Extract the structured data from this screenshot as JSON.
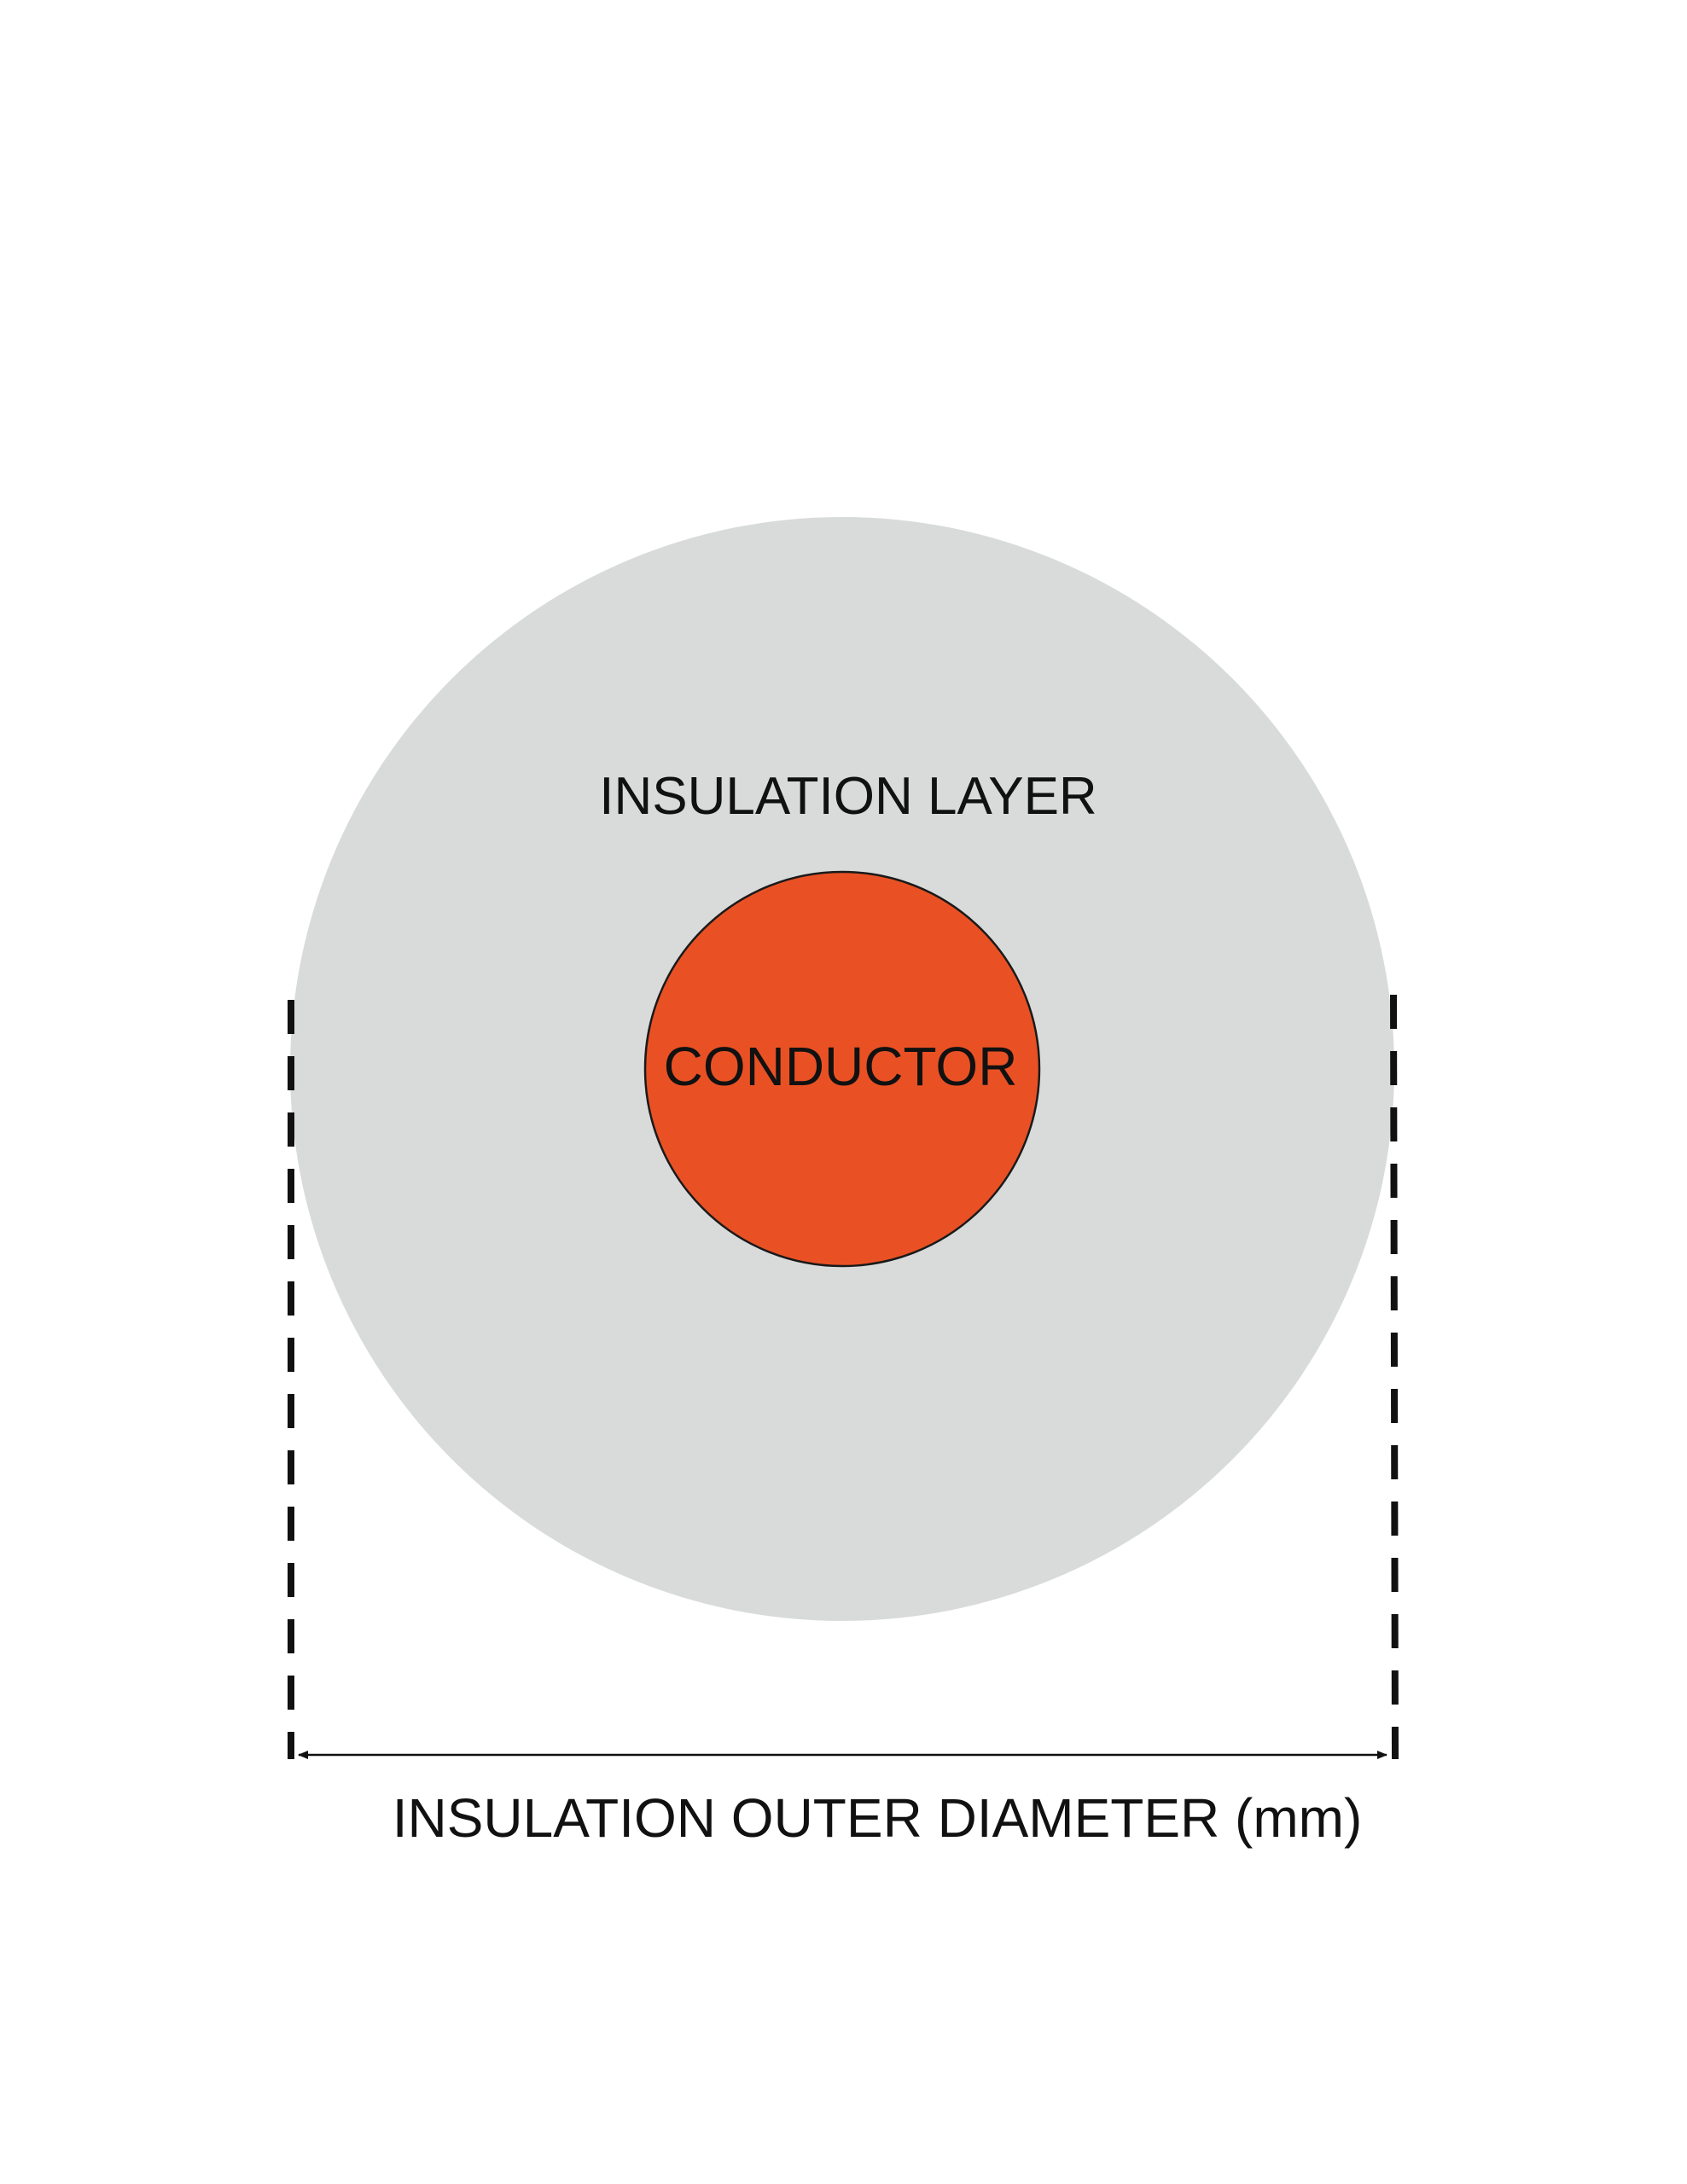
{
  "diagram": {
    "insulation_label": "INSULATION LAYER",
    "conductor_label": "CONDUCTOR",
    "diameter_label": "INSULATION OUTER DIAMETER (mm)"
  },
  "colors": {
    "background": "#ffffff",
    "insulation_fill": "#d9dbdb",
    "conductor_fill": "#e95124",
    "conductor_stroke": "#1a1a1a",
    "line": "#111111",
    "text": "#111111"
  }
}
